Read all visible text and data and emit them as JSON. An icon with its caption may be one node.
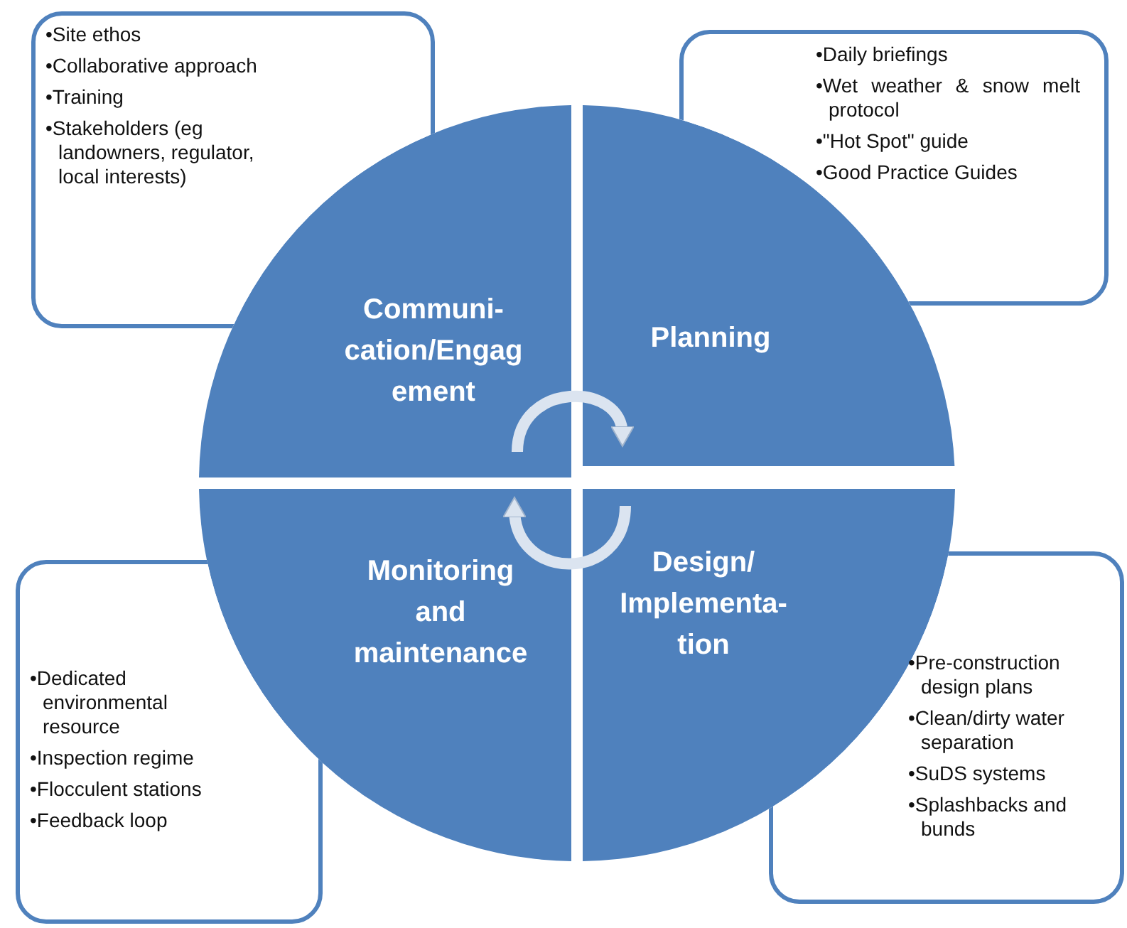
{
  "diagram": {
    "nodes": [
      {
        "text": [
          "•Site ethos",
          "•Collaborative approach",
          "•Training",
          "•Stakeholders (eg landowners, regulator, local interests)"
        ]
      },
      {
        "text": [
          "Communi- cation/Engag ement"
        ]
      },
      {
        "text": [
          "Planning"
        ]
      },
      {
        "text": [
          "•Daily briefings",
          "•Wet weather & snow melt protocol",
          "•\"Hot Spot\" guide",
          "•Good Practice Guides"
        ]
      },
      {
        "text": [
          "Monitoring and maintenance"
        ]
      },
      {
        "text": [
          "Design/ Implementa- tion"
        ]
      },
      {
        "text": [
          "•Dedicated environmental resource",
          "•Inspection regime",
          "•Flocculent stations",
          "•Feedback loop"
        ]
      },
      {
        "text": [
          "•Pre-construction design plans",
          "•Clean/dirty water separation",
          "•SuDS systems",
          "•Splashbacks and bunds"
        ]
      }
    ],
    "edges": [
      {
        "from": 1,
        "to": 2,
        "arrow": "to"
      },
      {
        "from": 5,
        "to": 4,
        "arrow": "to"
      }
    ]
  }
}
